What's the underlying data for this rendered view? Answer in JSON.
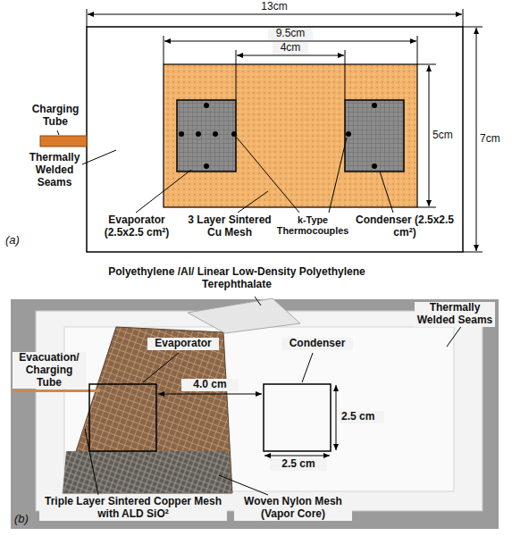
{
  "diagram": {
    "labels": [
      "13cm",
      "9.5cm",
      "4cm",
      "5cm",
      "7cm",
      "Charging Tube",
      "Thermally Welded Seams",
      "Evaporator (2.5x2.5 cm²)",
      "3 Layer Sintered Cu Mesh",
      "k-Type Thermocouples",
      "Condenser (2.5x2.5 cm²)",
      "(a)",
      "Polyethylene /Al/ Linear Low-Density Polyethylene Terephthalate",
      "Thermally Welded Seams",
      "Evacuation/ Charging Tube",
      "Evaporator",
      "Condenser",
      "4.0 cm",
      "2.5 cm",
      "2.5 cm",
      "Triple Layer Sintered Copper Mesh with ALD SiO²",
      "Woven Nylon Mesh (Vapor Core)",
      "(b)"
    ]
  }
}
